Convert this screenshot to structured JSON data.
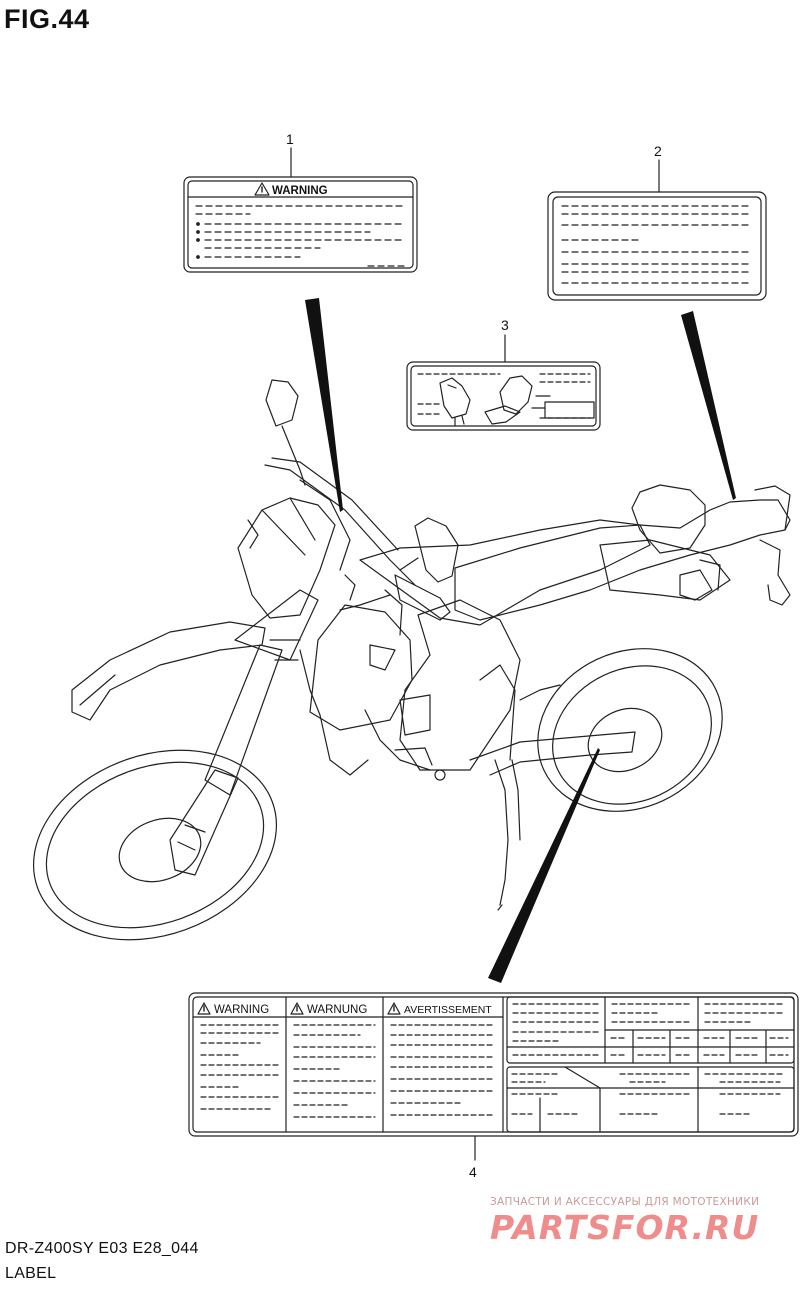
{
  "figure": {
    "title": "FIG.44"
  },
  "callouts": {
    "c1": "1",
    "c2": "2",
    "c3": "3",
    "c4": "4"
  },
  "labels": {
    "warning_en": "WARNING",
    "warning_de": "WARNUNG",
    "warning_fr": "AVERTISSEMENT"
  },
  "footer": {
    "model_code": "DR-Z400SY  E03  E28_044",
    "caption": "LABEL"
  },
  "watermark": {
    "top_text": "ЗАПЧАСТИ И АКСЕССУАРЫ ДЛЯ МОТОТЕХНИКИ",
    "logo": "PARTSFOR.RU",
    "color": "#ef8d8d"
  },
  "colors": {
    "line": "#222222",
    "background": "#ffffff"
  }
}
